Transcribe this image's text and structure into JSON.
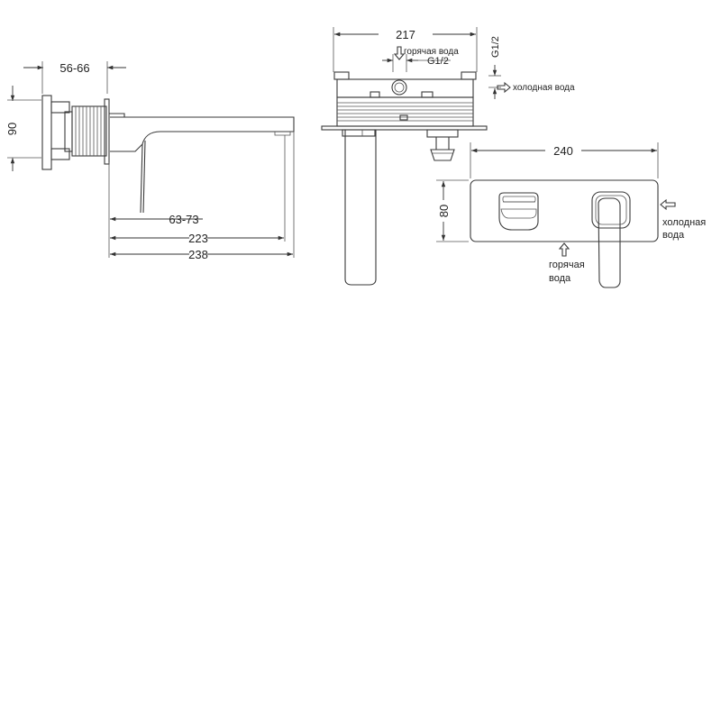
{
  "side_view": {
    "dim_depth": "56-66",
    "dim_height": "90",
    "dim_spout_range": "63-73",
    "dim_spout_length": "223",
    "dim_total_length": "238"
  },
  "top_view": {
    "dim_width": "217",
    "thread_vertical": "G1/2",
    "thread_horizontal": "G1/2",
    "hot_label": "горячая вода",
    "cold_label": "холодная вода"
  },
  "front_view": {
    "dim_width": "240",
    "dim_height": "80",
    "cold_label_line1": "холодная",
    "cold_label_line2": "вода",
    "hot_label_line1": "горячая",
    "hot_label_line2": "вода"
  }
}
